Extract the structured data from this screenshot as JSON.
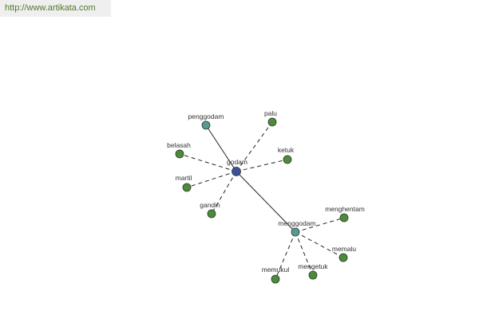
{
  "header": {
    "url": "http://www.artikata.com"
  },
  "colors": {
    "hub": "#3c4f9e",
    "secondary": "#5a9990",
    "leaf": "#4e8a3c",
    "stroke": "#2b3a2b",
    "edge": "#222222"
  },
  "graph": {
    "nodes": [
      {
        "id": "godam",
        "label": "godam",
        "kind": "hub"
      },
      {
        "id": "penggodam",
        "label": "penggodam",
        "kind": "secondary"
      },
      {
        "id": "menggodam",
        "label": "menggodam",
        "kind": "secondary"
      },
      {
        "id": "palu",
        "label": "palu",
        "kind": "leaf"
      },
      {
        "id": "ketuk",
        "label": "ketuk",
        "kind": "leaf"
      },
      {
        "id": "belasah",
        "label": "belasah",
        "kind": "leaf"
      },
      {
        "id": "martil",
        "label": "martil",
        "kind": "leaf"
      },
      {
        "id": "gandin",
        "label": "gandin",
        "kind": "leaf"
      },
      {
        "id": "menghentam",
        "label": "menghentam",
        "kind": "leaf"
      },
      {
        "id": "memalu",
        "label": "memalu",
        "kind": "leaf"
      },
      {
        "id": "mengetuk",
        "label": "mengetuk",
        "kind": "leaf"
      },
      {
        "id": "memukul",
        "label": "memukul",
        "kind": "leaf"
      }
    ],
    "edges": [
      {
        "from": "godam",
        "to": "penggodam",
        "style": "solid"
      },
      {
        "from": "godam",
        "to": "menggodam",
        "style": "solid"
      },
      {
        "from": "godam",
        "to": "palu",
        "style": "dashed"
      },
      {
        "from": "godam",
        "to": "ketuk",
        "style": "dashed"
      },
      {
        "from": "godam",
        "to": "belasah",
        "style": "dashed"
      },
      {
        "from": "godam",
        "to": "martil",
        "style": "dashed"
      },
      {
        "from": "godam",
        "to": "gandin",
        "style": "dashed"
      },
      {
        "from": "menggodam",
        "to": "menghentam",
        "style": "dashed"
      },
      {
        "from": "menggodam",
        "to": "memalu",
        "style": "dashed"
      },
      {
        "from": "menggodam",
        "to": "mengetuk",
        "style": "dashed"
      },
      {
        "from": "menggodam",
        "to": "memukul",
        "style": "dashed"
      }
    ]
  }
}
